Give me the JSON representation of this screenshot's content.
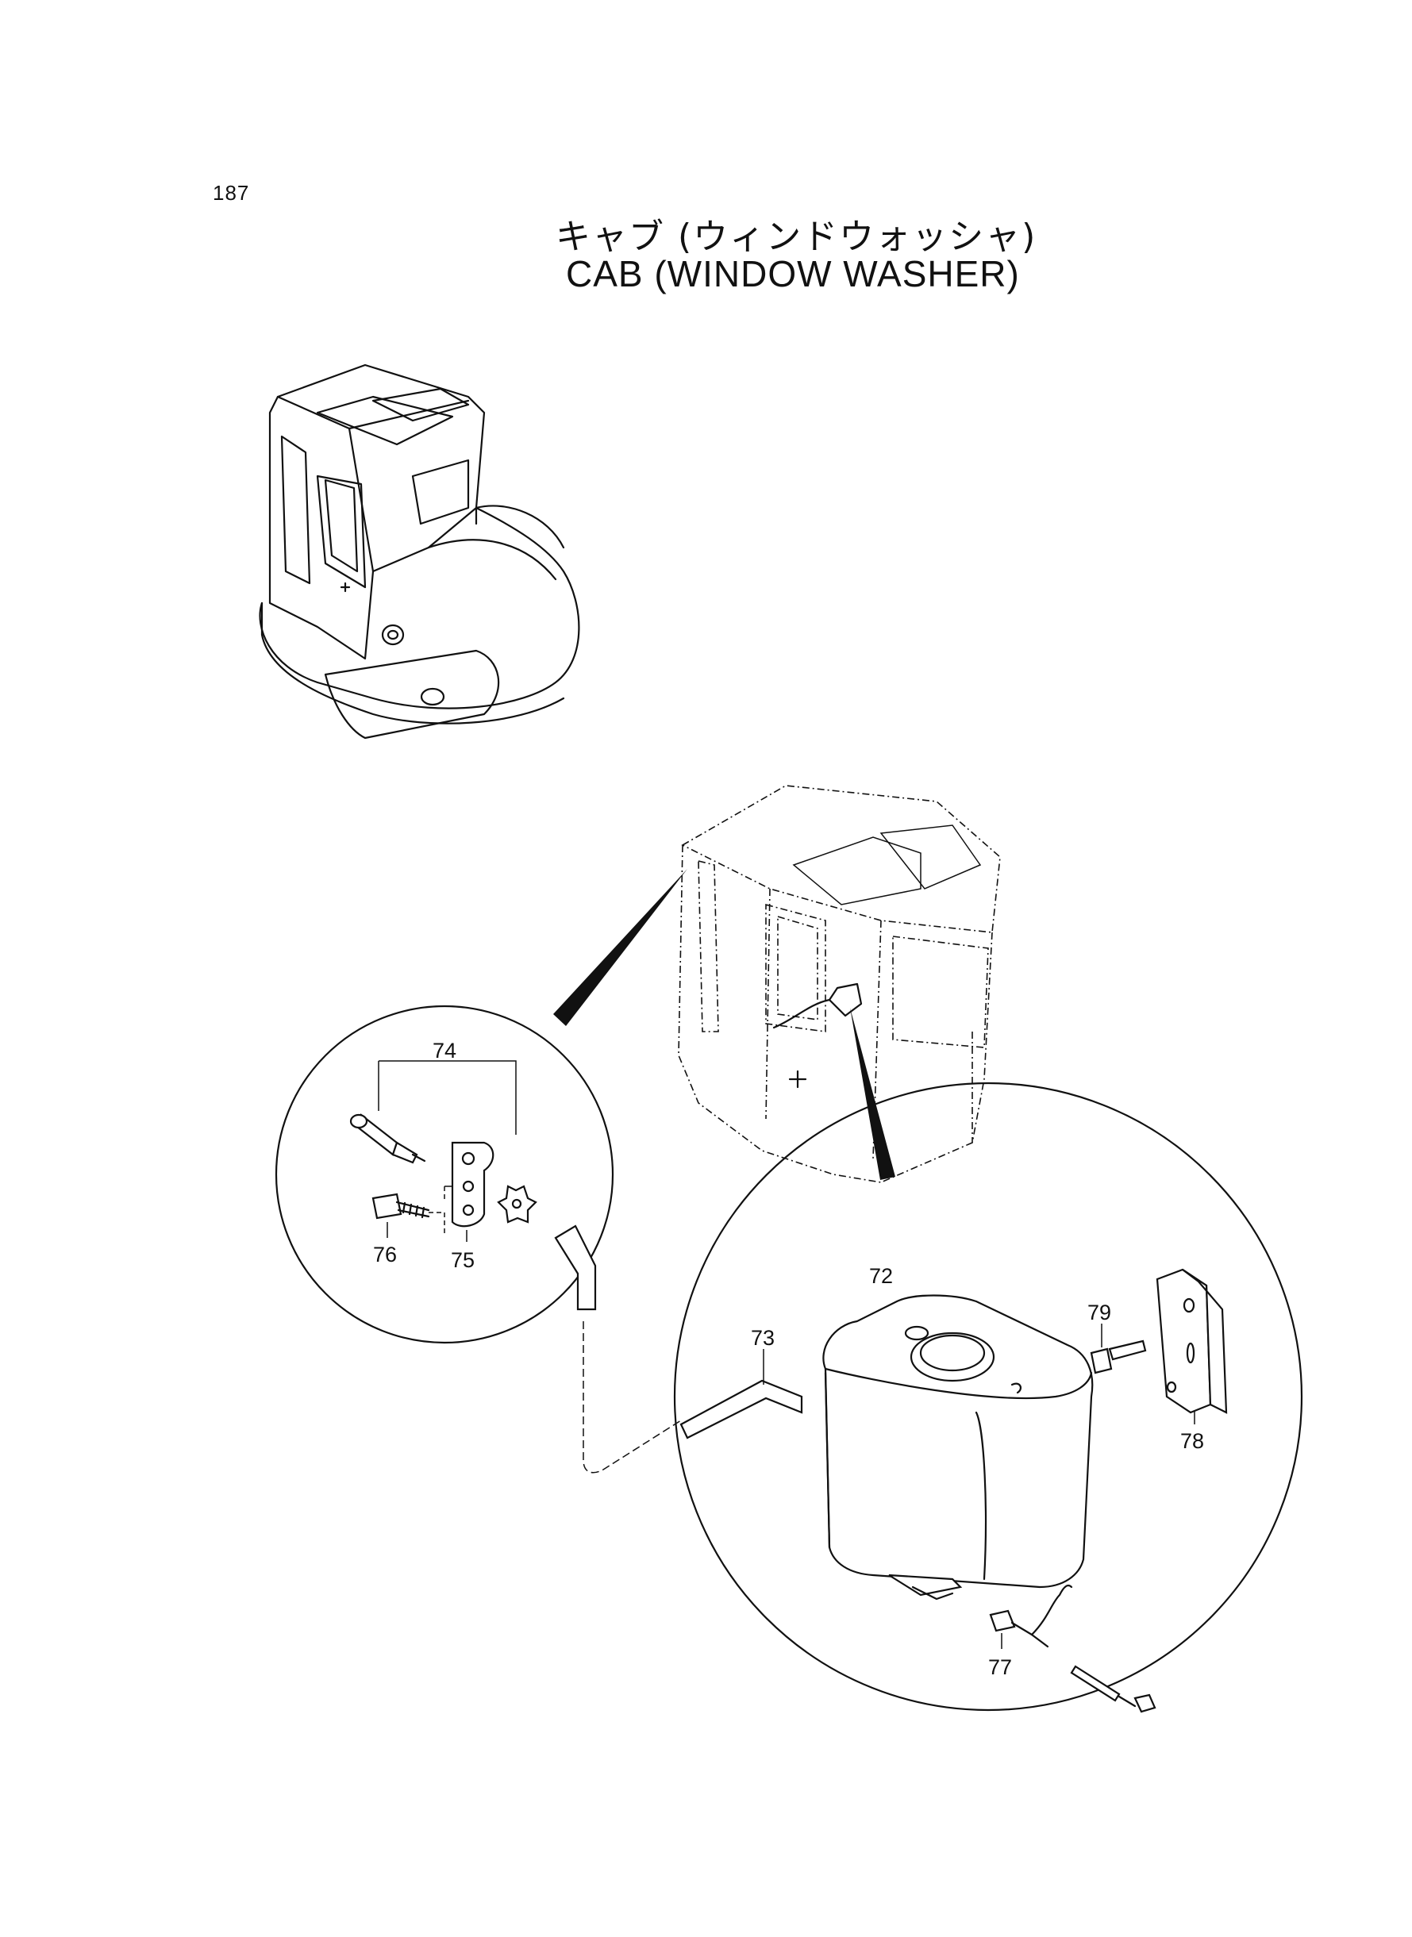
{
  "page": {
    "number": "187"
  },
  "title": {
    "jp": "キャブ (ウィンドウォッシャ)",
    "en": "CAB (WINDOW WASHER)"
  },
  "callouts": {
    "p72": "72",
    "p73": "73",
    "p74": "74",
    "p75": "75",
    "p76": "76",
    "p77": "77",
    "p78": "78",
    "p79": "79"
  }
}
